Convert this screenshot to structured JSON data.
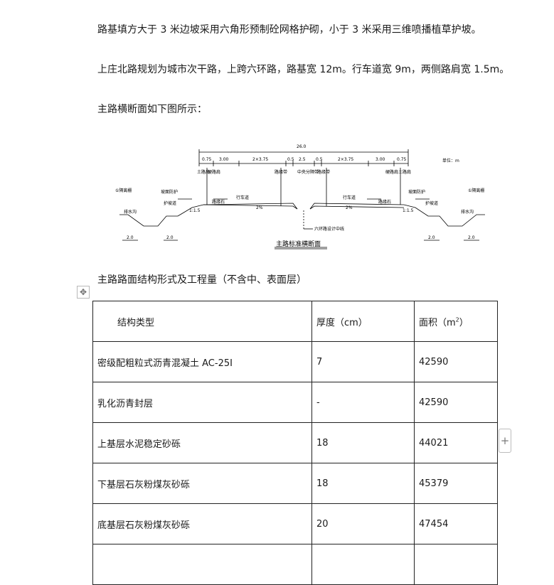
{
  "paragraphs": {
    "p1": "路基填方大于 3 米边坡采用六角形预制砼网格护砌，小于 3 米采用三维喷播植草护坡。",
    "p2": "上庄北路规划为城市次干路，上跨六环路，路基宽 12m。行车道宽 9m，两侧路肩宽 1.5m。",
    "p3": "主路横断面如下图所示："
  },
  "figure": {
    "title": "主路标准横断面",
    "total_width": "26.0",
    "dims": [
      "0.75",
      "3.00",
      "2×3.75",
      "0.5",
      "2.5",
      "0.5",
      "2×3.75",
      "3.00",
      "0.75"
    ],
    "unit_note": "单位：m",
    "labels": {
      "left_edge": "①隔离栅",
      "right_edge": "①隔离栅",
      "shoulder_left": "土路肩",
      "hard_left": "硬路肩",
      "strip_left": "路缘带",
      "median": "中央分隔带",
      "strip_right": "路缘带",
      "hard_right": "硬路肩",
      "shoulder_right": "土路肩",
      "lane_left": "行车道",
      "lane_right": "行车道",
      "slope_left": "坡面防护",
      "slope_right": "坡面防护",
      "guard_left": "护坡道",
      "guard_right": "护坡道",
      "ditch_left": "排水沟",
      "ditch_right": "排水沟",
      "curb_left": "路缘石",
      "curb_right": "路缘石",
      "grade_left": "2%",
      "grade_right": "2%",
      "ratio_left": "1:1.5",
      "ratio_right": "1:1.5",
      "centerline": "六环路设计中线",
      "bottom_left_1": "2.0",
      "bottom_left_2": "2.0",
      "bottom_right_1": "2.0",
      "bottom_right_2": "2.0"
    }
  },
  "table": {
    "caption": "主路路面结构形式及工程量（不含中、表面层）",
    "headers": {
      "type": "结构类型",
      "thickness": "厚度（cm）",
      "area": "面积（m",
      "area_sup": "2",
      "area_close": "）"
    },
    "rows": [
      {
        "type": "密级配粗粒式沥青混凝土 AC-25Ⅰ",
        "thickness": "7",
        "area": "42590"
      },
      {
        "type": "乳化沥青封层",
        "thickness": "-",
        "area": "42590"
      },
      {
        "type": "上基层水泥稳定砂砾",
        "thickness": "18",
        "area": "44021"
      },
      {
        "type": "下基层石灰粉煤灰砂砾",
        "thickness": "18",
        "area": "45379"
      },
      {
        "type": "底基层石灰粉煤灰砂砾",
        "thickness": "20",
        "area": "47454"
      },
      {
        "type": "",
        "thickness": "",
        "area": ""
      }
    ]
  },
  "controls": {
    "move_handle": "✥",
    "add_button": "+"
  }
}
